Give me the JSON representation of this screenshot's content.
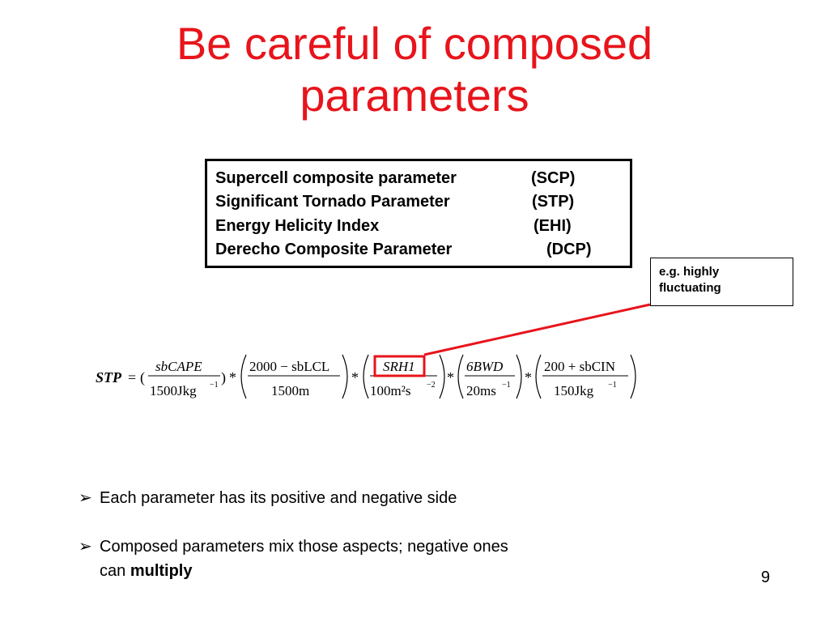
{
  "title": {
    "line1": "Be careful of composed",
    "line2": "parameters"
  },
  "abbreviations": [
    {
      "name": "Supercell composite parameter",
      "code": "(SCP)"
    },
    {
      "name": "Significant Tornado Parameter",
      "code": "(STP)"
    },
    {
      "name": "Energy Helicity Index",
      "code": "(EHI)"
    },
    {
      "name": "Derecho Composite Parameter",
      "code": "(DCP)"
    }
  ],
  "callout": {
    "line1": "e.g. highly",
    "line2": "fluctuating"
  },
  "formula": {
    "lhs": "STP",
    "equals": "=",
    "t1_num": "sbCAPE",
    "t1_den": "1500Jkg",
    "t2_num": "2000 − sbLCL",
    "t2_den": "1500m",
    "t3_num": "SRH1",
    "t3_den": "100m²s",
    "t4_num": "6BWD",
    "t4_den": "20ms",
    "t5_num": "200 + sbCIN",
    "t5_den": "150Jkg",
    "exp_neg1": "−1",
    "exp_neg2": "−2",
    "times": "*"
  },
  "bullets": {
    "marker": "➢",
    "b1": "Each parameter has its positive and negative side",
    "b2_text": "Composed parameters mix those aspects; negative ones",
    "b2_cont": "can ",
    "b2_bold": "multiply"
  },
  "page_number": "9",
  "colors": {
    "title": "#e8141b",
    "highlight": "#e8141b"
  }
}
